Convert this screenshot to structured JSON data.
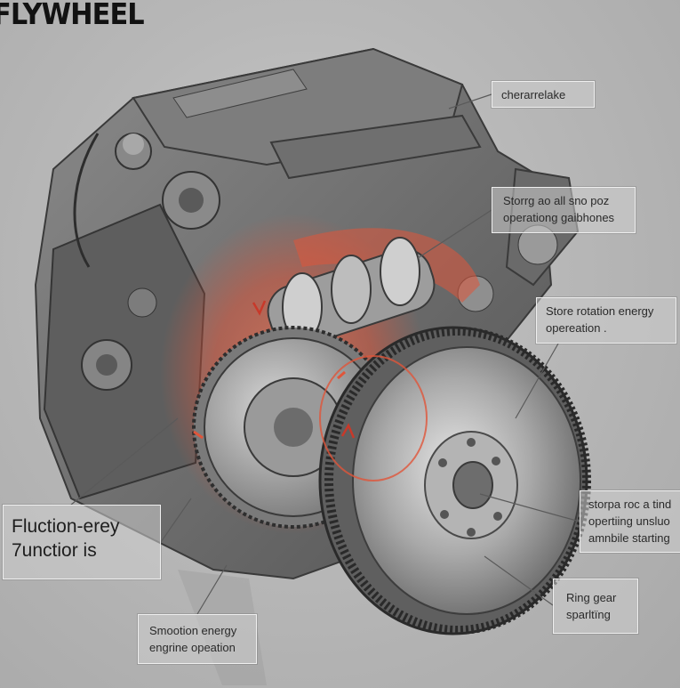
{
  "title": "FLYWHEEL",
  "callouts": [
    {
      "id": "c1",
      "lines": [
        "cherarrelake"
      ]
    },
    {
      "id": "c2",
      "lines": [
        "Storrg ao all sno poz",
        "operationg gaibhones"
      ]
    },
    {
      "id": "c3",
      "lines": [
        "Store rotation energy",
        "opereation ."
      ]
    },
    {
      "id": "c4",
      "lines": [
        "storpa roc a tind",
        "opertiing unsluo",
        "amnbile starting"
      ]
    },
    {
      "id": "c5",
      "lines": [
        "Ring gear",
        "sparltïng"
      ]
    },
    {
      "id": "c6",
      "lines": [
        "Smootion energy",
        "engrine opeation"
      ]
    },
    {
      "id": "c7",
      "lines": [
        "Fluction-erey",
        "7unctior is"
      ]
    }
  ],
  "colors": {
    "background": "#b8b8b8",
    "metal": "#6c6c6c",
    "highlight": "#e0553a"
  }
}
